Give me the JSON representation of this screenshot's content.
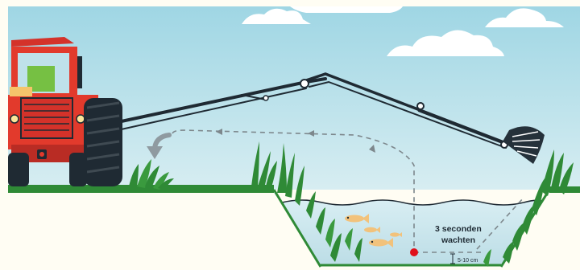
{
  "annotation": {
    "wait_line1": "3 seconden",
    "wait_line2": "wachten",
    "depth": "5-10 cm"
  },
  "colors": {
    "sky_top": "#9fd6e4",
    "sky_bottom": "#d9eef2",
    "grass": "#2f8a36",
    "water": "#cfe7ee",
    "tractor_red": "#e23a2c",
    "marker_red": "#e0101a"
  },
  "icons": [
    "tractor-icon",
    "excavator-arm-icon",
    "bucket-icon",
    "fish-icon",
    "curved-arrow-icon",
    "cloud-icon"
  ]
}
